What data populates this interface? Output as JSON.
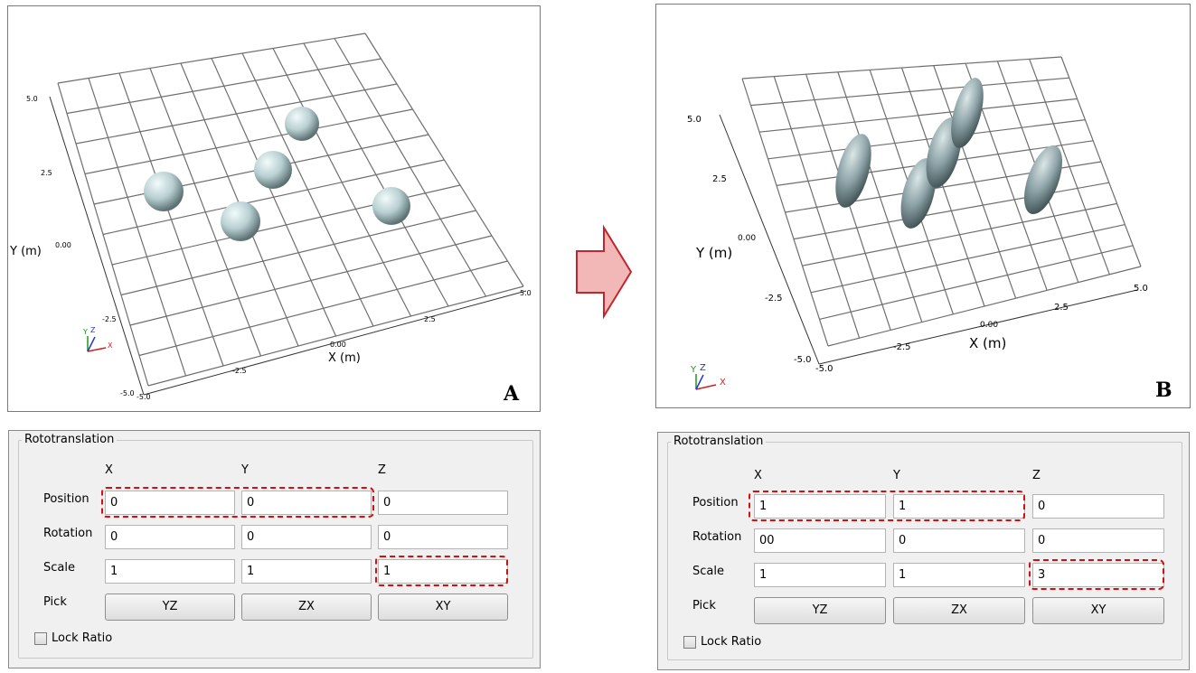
{
  "view_a": {
    "label": "A",
    "y_axis_label": "Y (m)",
    "x_axis_label": "X (m)",
    "y_ticks": [
      "5.0",
      "2.5",
      "0.00",
      "-2.5",
      "-5.0"
    ],
    "x_ticks": [
      "-5.0",
      "-2.5",
      "0.00",
      "2.5",
      "5.0"
    ],
    "axes_triad": [
      "Y",
      "Z",
      "X"
    ]
  },
  "view_b": {
    "label": "B",
    "y_axis_label": "Y (m)",
    "x_axis_label": "X (m)",
    "y_ticks": [
      "5.0",
      "2.5",
      "0.00",
      "-2.5",
      "-5.0"
    ],
    "x_ticks": [
      "-5.0",
      "-2.5",
      "0.00",
      "2.5",
      "5.0"
    ],
    "axes_triad": [
      "Y",
      "Z",
      "X"
    ]
  },
  "panel_a": {
    "group_title": "Rototranslation",
    "columns": [
      "X",
      "Y",
      "Z"
    ],
    "rows": {
      "position": {
        "label": "Position",
        "values": [
          "0",
          "0",
          "0"
        ]
      },
      "rotation": {
        "label": "Rotation",
        "values": [
          "0",
          "0",
          "0"
        ]
      },
      "scale": {
        "label": "Scale",
        "values": [
          "1",
          "1",
          "1"
        ]
      }
    },
    "pick": {
      "label": "Pick",
      "buttons": [
        "YZ",
        "ZX",
        "XY"
      ]
    },
    "lock_ratio": {
      "label": "Lock Ratio",
      "checked": false
    }
  },
  "panel_b": {
    "group_title": "Rototranslation",
    "columns": [
      "X",
      "Y",
      "Z"
    ],
    "rows": {
      "position": {
        "label": "Position",
        "values": [
          "1",
          "1",
          "0"
        ]
      },
      "rotation": {
        "label": "Rotation",
        "values": [
          "00",
          "0",
          "0"
        ]
      },
      "scale": {
        "label": "Scale",
        "values": [
          "1",
          "1",
          "3"
        ]
      }
    },
    "pick": {
      "label": "Pick",
      "buttons": [
        "YZ",
        "ZX",
        "XY"
      ]
    },
    "lock_ratio": {
      "label": "Lock Ratio",
      "checked": false
    }
  },
  "colors": {
    "highlight": "#d30f0f",
    "arrow_fill": "#f2b8b8",
    "arrow_stroke": "#c0262b",
    "sphere": "#b8cfd2",
    "ellipsoid": "#8fa5a9"
  }
}
